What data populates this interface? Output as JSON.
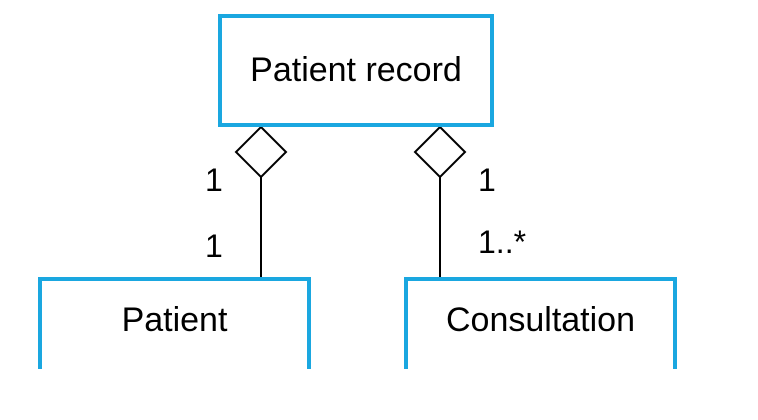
{
  "diagram": {
    "classes": {
      "patient_record": "Patient record",
      "patient": "Patient",
      "consultation": "Consultation"
    },
    "associations": {
      "record_patient": {
        "type": "aggregation",
        "source_multiplicity": "1",
        "target_multiplicity": "1"
      },
      "record_consultation": {
        "type": "aggregation",
        "source_multiplicity": "1",
        "target_multiplicity": "1..*"
      }
    }
  },
  "colors": {
    "box_border": "#1aa7e0",
    "line": "#000000"
  }
}
